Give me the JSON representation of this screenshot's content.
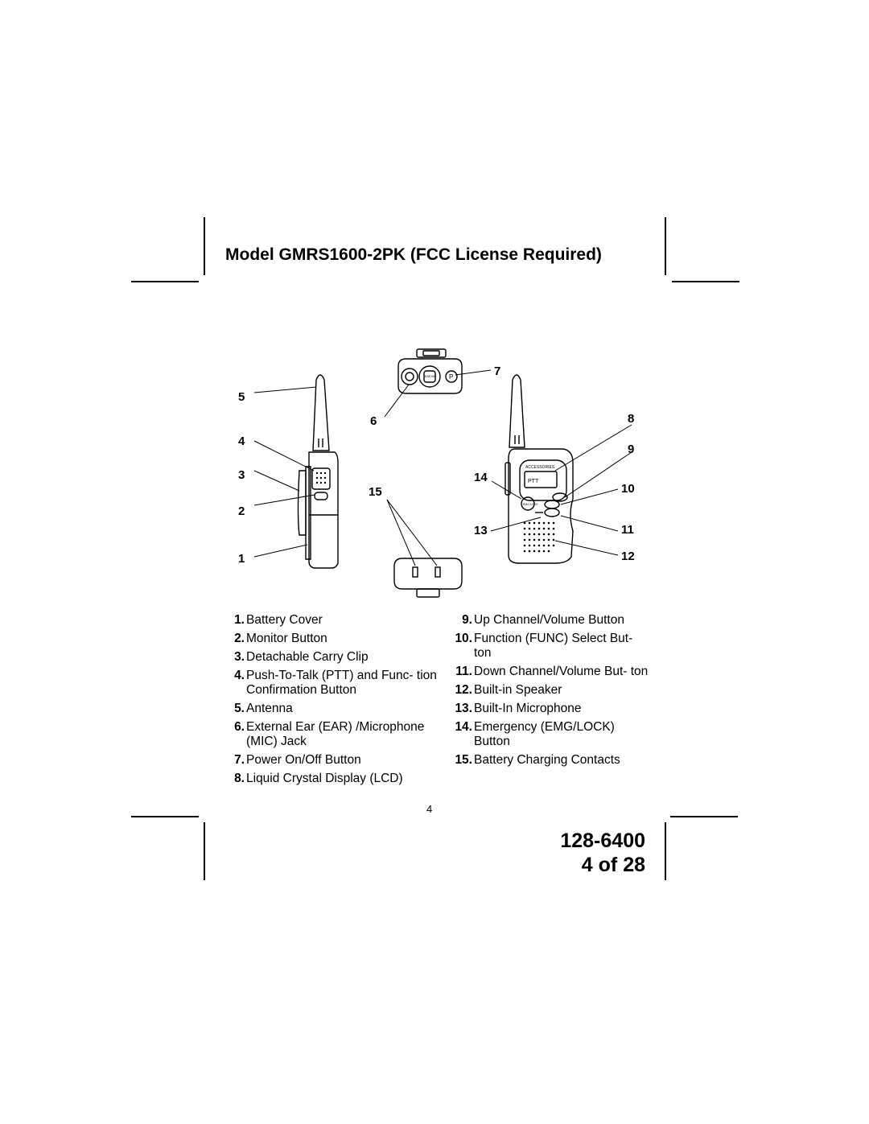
{
  "title": "Model GMRS1600-2PK (FCC License Required)",
  "callouts": [
    "1",
    "2",
    "3",
    "4",
    "5",
    "6",
    "7",
    "8",
    "9",
    "10",
    "11",
    "12",
    "13",
    "14",
    "15"
  ],
  "device_labels": {
    "brand": "ACCESSORIES",
    "ptt": "PTT",
    "emg": "EMG LOCK",
    "power": "P",
    "ear": "EAR MIC"
  },
  "parts_left": [
    {
      "num": "1.",
      "text": "Battery Cover"
    },
    {
      "num": "2.",
      "text": "Monitor Button"
    },
    {
      "num": "3.",
      "text": "Detachable Carry Clip"
    },
    {
      "num": "4.",
      "text": "Push-To-Talk (PTT) and Func- tion Confirmation Button"
    },
    {
      "num": "5.",
      "text": "Antenna"
    },
    {
      "num": "6.",
      "text": "External Ear (EAR) /Microphone (MIC) Jack"
    },
    {
      "num": "7.",
      "text": "Power On/Off Button"
    },
    {
      "num": "8.",
      "text": "Liquid Crystal Display (LCD)"
    }
  ],
  "parts_right": [
    {
      "num": "9.",
      "text": "Up Channel/Volume Button"
    },
    {
      "num": "10.",
      "text": "Function (FUNC) Select But- ton"
    },
    {
      "num": "11.",
      "text": "Down Channel/Volume But- ton"
    },
    {
      "num": "12.",
      "text": "Built-in Speaker"
    },
    {
      "num": "13.",
      "text": "Built-In Microphone"
    },
    {
      "num": "14.",
      "text": "Emergency (EMG/LOCK) Button"
    },
    {
      "num": "15.",
      "text": "Battery Charging Contacts"
    }
  ],
  "page_number": "4",
  "doc_number": "128-6400",
  "page_of": "4 of 28"
}
